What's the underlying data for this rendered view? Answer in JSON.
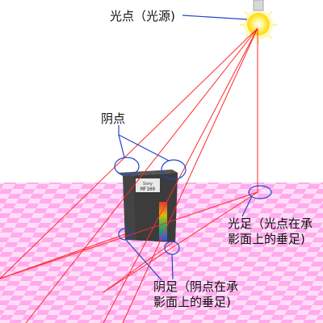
{
  "labels": {
    "light_source": "光点（光源)",
    "shadow_point": "阴点",
    "light_foot_line1": "光足（光点在承",
    "light_foot_line2": "影面上的垂足)",
    "shadow_foot_line1": "阴足（阴点在承",
    "shadow_foot_line2": "影面上的垂足)"
  },
  "object_label": {
    "line1": "Sony",
    "line2": "MF100"
  },
  "colors": {
    "background": "#ffffff",
    "floor_pink": "#ff66dd",
    "ray_red": "#ff2a2a",
    "callout_blue": "#2345cc",
    "bulb_yellow": "#ffe94a",
    "box_dark": "#3c3c3c"
  },
  "icons": {
    "light": "light-bulb-icon",
    "object": "floppy-disk-object"
  }
}
